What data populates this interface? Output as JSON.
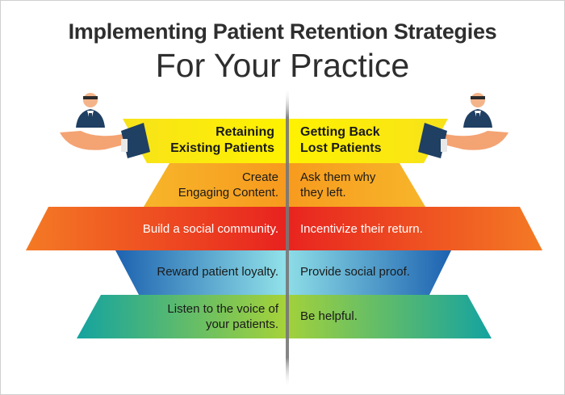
{
  "title": "Implementing Patient Retention Strategies",
  "subtitle": "For Your Practice",
  "columns": {
    "left_header": [
      "Retaining",
      "Existing Patients"
    ],
    "right_header": [
      "Getting Back",
      "Lost Patients"
    ]
  },
  "rows": [
    {
      "left": [
        "Create",
        "Engaging Content."
      ],
      "right": [
        "Ask them why",
        "they left."
      ],
      "color": "#f6a623"
    },
    {
      "left": [
        "Build a social community."
      ],
      "right": [
        "Incentivize their return."
      ],
      "color": "#ee3a24"
    },
    {
      "left": [
        "Reward patient loyalty."
      ],
      "right": [
        "Provide social proof."
      ],
      "color": "#2a86c9"
    },
    {
      "left": [
        "Listen to the voice of",
        "your patients."
      ],
      "right": [
        "Be helpful."
      ],
      "color": "#7cc742"
    }
  ],
  "colors": {
    "header_band": "#f5e600",
    "divider": "#8a8a8a",
    "suit": "#1f3f63",
    "skin": "#f4a373"
  }
}
